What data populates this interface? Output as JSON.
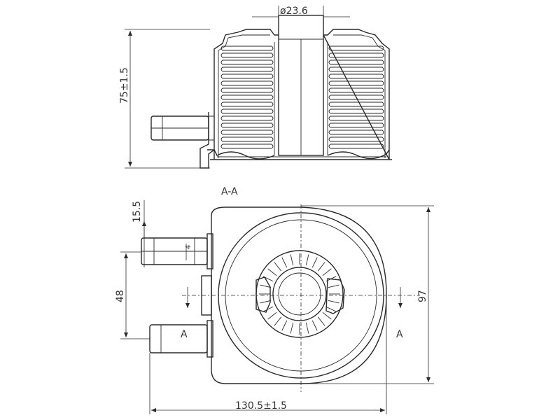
{
  "drawing": {
    "section_label": "A-A",
    "section_marker": "A",
    "dimensions": {
      "pipe_diameter": "ø23.6",
      "height": "75±1.5",
      "port_offset": "15.5",
      "port_spacing": "48",
      "port_inner": "4",
      "body_height": "97",
      "overall_width": "130.5±1.5"
    }
  }
}
